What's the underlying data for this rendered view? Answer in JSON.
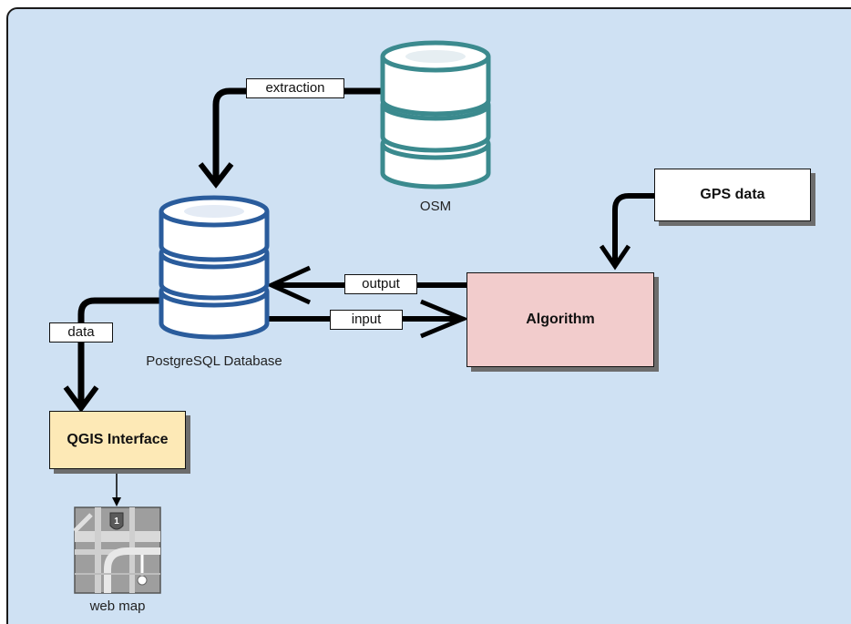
{
  "nodes": {
    "osm": "OSM",
    "postgres": "PostgreSQL Database",
    "gps": "GPS data",
    "algorithm": "Algorithm",
    "qgis": "QGIS Interface",
    "webmap": "web map"
  },
  "edges": {
    "extraction": "extraction",
    "output": "output",
    "input": "input",
    "data": "data"
  },
  "colors": {
    "background": "#cfe1f3",
    "osm_stroke": "#3b8a8e",
    "db_stroke": "#2a5c9c",
    "algorithm_fill": "#f2cccc",
    "qgis_fill": "#fde9b6",
    "gps_fill": "#ffffff"
  },
  "icons": {
    "webmap": "road-map-icon"
  }
}
